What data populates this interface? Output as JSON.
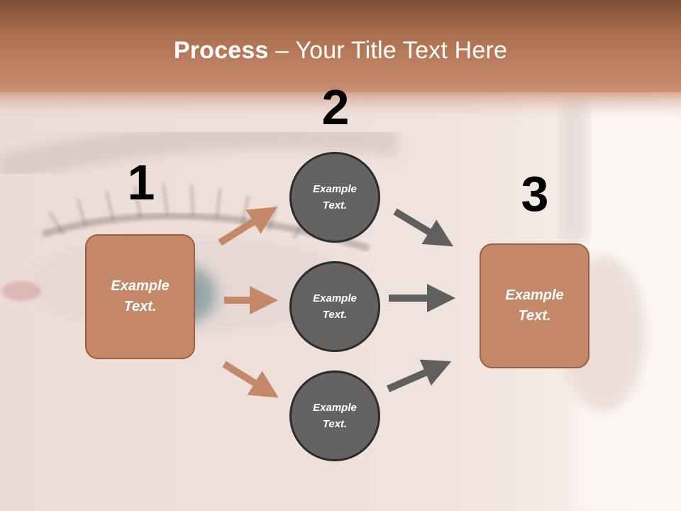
{
  "title": {
    "bold": "Process",
    "rest": " – Your Title Text Here"
  },
  "steps": [
    {
      "number": "1",
      "text": "Example\nText."
    },
    {
      "number": "2"
    },
    {
      "number": "3",
      "text": "Example\nText."
    }
  ],
  "circles": [
    {
      "text": "Example\nText."
    },
    {
      "text": "Example\nText."
    },
    {
      "text": "Example\nText."
    }
  ],
  "colors": {
    "accent": "#c5896a",
    "accent_dark": "#9c5e43",
    "circle": "#636363",
    "arrow_gray": "#5f5f5f"
  }
}
